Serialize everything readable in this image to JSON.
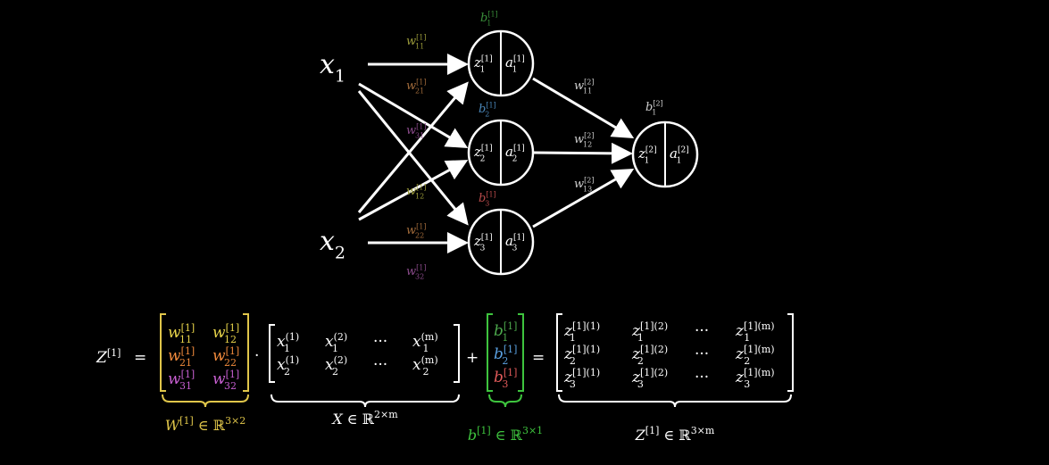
{
  "colors": {
    "background": "#000000",
    "foreground": "#ffffff",
    "w_row1": "#e8d44a",
    "w_row2": "#f08a3c",
    "w_row3": "#c75fd1",
    "b1": "#4ca84c",
    "b2": "#5aa0e0",
    "b3": "#e05a5a",
    "label_green": "#3ec43e"
  },
  "network": {
    "inputs": [
      {
        "base": "x",
        "sub": "1"
      },
      {
        "base": "x",
        "sub": "2"
      }
    ],
    "hidden": [
      {
        "z_base": "z",
        "z_sub": "1",
        "z_sup": "[1]",
        "a_base": "a",
        "a_sub": "1",
        "a_sup": "[1]"
      },
      {
        "z_base": "z",
        "z_sub": "2",
        "z_sup": "[1]",
        "a_base": "a",
        "a_sub": "2",
        "a_sup": "[1]"
      },
      {
        "z_base": "z",
        "z_sub": "3",
        "z_sup": "[1]",
        "a_base": "a",
        "a_sub": "3",
        "a_sup": "[1]"
      }
    ],
    "output": {
      "z_base": "z",
      "z_sub": "1",
      "z_sup": "[2]",
      "a_base": "a",
      "a_sub": "1",
      "a_sup": "[2]"
    },
    "hidden_biases": [
      {
        "base": "b",
        "sub": "1",
        "sup": "[1]"
      },
      {
        "base": "b",
        "sub": "2",
        "sup": "[1]"
      },
      {
        "base": "b",
        "sub": "3",
        "sup": "[1]"
      }
    ],
    "output_bias": {
      "base": "b",
      "sub": "1",
      "sup": "[2]"
    },
    "weights_layer1": [
      {
        "base": "w",
        "sub": "11",
        "sup": "[1]"
      },
      {
        "base": "w",
        "sub": "21",
        "sup": "[1]"
      },
      {
        "base": "w",
        "sub": "31",
        "sup": "[1]"
      },
      {
        "base": "w",
        "sub": "12",
        "sup": "[1]"
      },
      {
        "base": "w",
        "sub": "22",
        "sup": "[1]"
      },
      {
        "base": "w",
        "sub": "32",
        "sup": "[1]"
      }
    ],
    "weights_layer2": [
      {
        "base": "w",
        "sub": "11",
        "sup": "[2]"
      },
      {
        "base": "w",
        "sub": "12",
        "sup": "[2]"
      },
      {
        "base": "w",
        "sub": "13",
        "sup": "[2]"
      }
    ]
  },
  "equation": {
    "lhs": {
      "base": "Z",
      "sup": "[1]"
    },
    "equals": "=",
    "dot": "·",
    "plus": "+",
    "W": [
      [
        {
          "base": "w",
          "sub": "11",
          "sup": "[1]"
        },
        {
          "base": "w",
          "sub": "12",
          "sup": "[1]"
        }
      ],
      [
        {
          "base": "w",
          "sub": "21",
          "sup": "[1]"
        },
        {
          "base": "w",
          "sub": "22",
          "sup": "[1]"
        }
      ],
      [
        {
          "base": "w",
          "sub": "31",
          "sup": "[1]"
        },
        {
          "base": "w",
          "sub": "32",
          "sup": "[1]"
        }
      ]
    ],
    "X": [
      [
        {
          "base": "x",
          "sub": "1",
          "sup": "(1)"
        },
        {
          "base": "x",
          "sub": "1",
          "sup": "(2)"
        },
        {
          "text": "···"
        },
        {
          "base": "x",
          "sub": "1",
          "sup": "(m)"
        }
      ],
      [
        {
          "base": "x",
          "sub": "2",
          "sup": "(1)"
        },
        {
          "base": "x",
          "sub": "2",
          "sup": "(2)"
        },
        {
          "text": "···"
        },
        {
          "base": "x",
          "sub": "2",
          "sup": "(m)"
        }
      ]
    ],
    "B": [
      {
        "base": "b",
        "sub": "1",
        "sup": "[1]"
      },
      {
        "base": "b",
        "sub": "2",
        "sup": "[1]"
      },
      {
        "base": "b",
        "sub": "3",
        "sup": "[1]"
      }
    ],
    "Z": [
      [
        {
          "base": "z",
          "sub": "1",
          "sup": "[1](1)"
        },
        {
          "base": "z",
          "sub": "1",
          "sup": "[1](2)"
        },
        {
          "text": "···"
        },
        {
          "base": "z",
          "sub": "1",
          "sup": "[1](m)"
        }
      ],
      [
        {
          "base": "z",
          "sub": "2",
          "sup": "[1](1)"
        },
        {
          "base": "z",
          "sub": "2",
          "sup": "[1](2)"
        },
        {
          "text": "···"
        },
        {
          "base": "z",
          "sub": "2",
          "sup": "[1](m)"
        }
      ],
      [
        {
          "base": "z",
          "sub": "3",
          "sup": "[1](1)"
        },
        {
          "base": "z",
          "sub": "3",
          "sup": "[1](2)"
        },
        {
          "text": "···"
        },
        {
          "base": "z",
          "sub": "3",
          "sup": "[1](m)"
        }
      ]
    ],
    "labels": {
      "W": {
        "base": "W",
        "sup": "[1]",
        "rest": " ∈ ℝ",
        "dim": "3×2"
      },
      "X": {
        "base": "X",
        "sup": "",
        "rest": " ∈ ℝ",
        "dim": "2×m"
      },
      "B": {
        "base": "b",
        "sup": "[1]",
        "rest": " ∈ ℝ",
        "dim": "3×1"
      },
      "Z": {
        "base": "Z",
        "sup": "[1]",
        "rest": " ∈ ℝ",
        "dim": "3×m"
      }
    }
  }
}
